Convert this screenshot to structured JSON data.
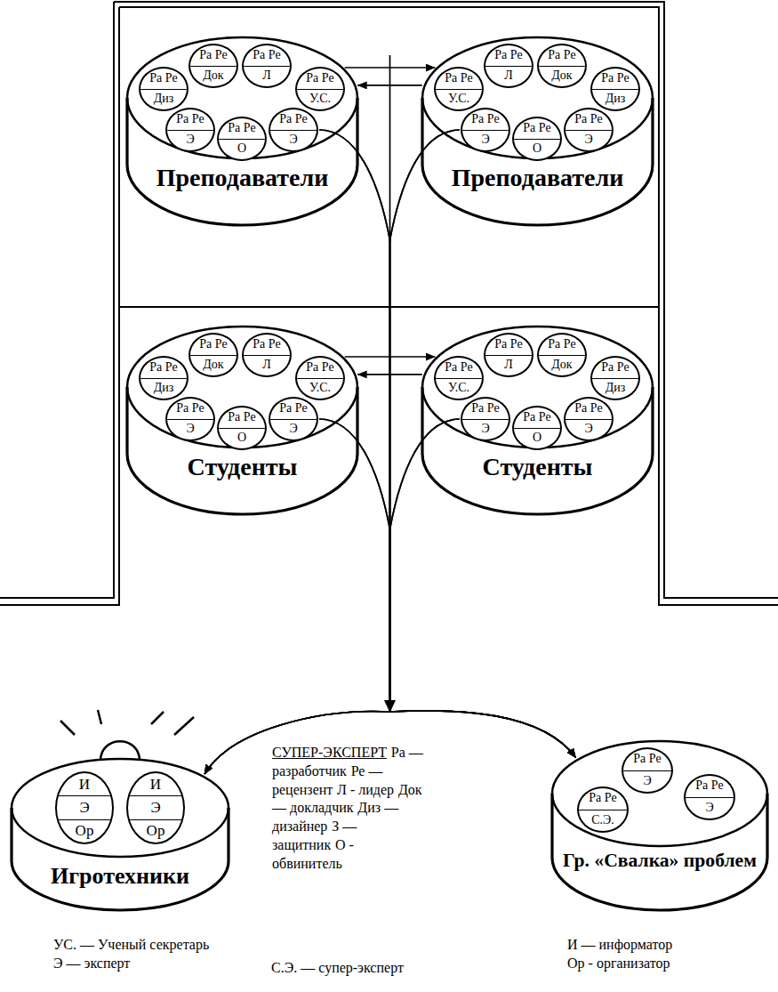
{
  "diagram": {
    "nodes": [
      {
        "text": [
          "Преподаватели"
        ]
      },
      {
        "text": [
          "Ра Ре",
          "Диз"
        ],
        "in": 0
      },
      {
        "text": [
          "Ра Ре",
          "Док"
        ],
        "in": 0
      },
      {
        "text": [
          "Ра Ре",
          "Л"
        ],
        "in": 0
      },
      {
        "text": [
          "Ра Ре",
          "У.С."
        ],
        "in": 0
      },
      {
        "text": [
          "Ра Ре",
          "Э"
        ],
        "in": 0
      },
      {
        "text": [
          "Ра Ре",
          "О"
        ],
        "in": 0
      },
      {
        "text": [
          "Ра Ре",
          "Э"
        ],
        "in": 0
      },
      {
        "text": [
          "Преподаватели"
        ]
      },
      {
        "text": [
          "Ра Ре",
          "У.С."
        ],
        "in": 8
      },
      {
        "text": [
          "Ра Ре",
          "Л"
        ],
        "in": 8
      },
      {
        "text": [
          "Ра Ре",
          "Док"
        ],
        "in": 8
      },
      {
        "text": [
          "Ра Ре",
          "Диз"
        ],
        "in": 8
      },
      {
        "text": [
          "Ра Ре",
          "Э"
        ],
        "in": 8
      },
      {
        "text": [
          "Ра Ре",
          "О"
        ],
        "in": 8
      },
      {
        "text": [
          "Ра Ре",
          "Э"
        ],
        "in": 8
      },
      {
        "text": [
          "Студенты"
        ]
      },
      {
        "text": [
          "Ра Ре",
          "Диз"
        ],
        "in": 16
      },
      {
        "text": [
          "Ра Ре",
          "Док"
        ],
        "in": 16
      },
      {
        "text": [
          "Ра Ре",
          "Л"
        ],
        "in": 16
      },
      {
        "text": [
          "Ра Ре",
          "У.С."
        ],
        "in": 16
      },
      {
        "text": [
          "Ра Ре",
          "Э"
        ],
        "in": 16
      },
      {
        "text": [
          "Ра Ре",
          "О"
        ],
        "in": 16
      },
      {
        "text": [
          "Ра Ре",
          "Э"
        ],
        "in": 16
      },
      {
        "text": [
          "Студенты"
        ]
      },
      {
        "text": [
          "Ра Ре",
          "У.С."
        ],
        "in": 24
      },
      {
        "text": [
          "Ра Ре",
          "Л"
        ],
        "in": 24
      },
      {
        "text": [
          "Ра Ре",
          "Док"
        ],
        "in": 24
      },
      {
        "text": [
          "Ра Ре",
          "Диз"
        ],
        "in": 24
      },
      {
        "text": [
          "Ра Ре",
          "Э"
        ],
        "in": 24
      },
      {
        "text": [
          "Ра Ре",
          "О"
        ],
        "in": 24
      },
      {
        "text": [
          "Ра Ре",
          "Э"
        ],
        "in": 24
      },
      {
        "text": [
          "Игротехники"
        ]
      },
      {
        "text": [
          "И",
          "Э",
          "Ор"
        ],
        "in": 32
      },
      {
        "text": [
          "И",
          "Э",
          "Ор"
        ],
        "in": 32
      },
      {
        "text": [
          "Гр. «Свалка» проблем"
        ]
      },
      {
        "text": [
          "Ра Ре",
          "Э"
        ],
        "in": 35
      },
      {
        "text": [
          "Ра Ре",
          "Э"
        ],
        "in": 35
      },
      {
        "text": [
          "Ра Ре",
          "С.Э."
        ],
        "in": 35
      }
    ],
    "edges": [
      {
        "from": 0,
        "to": 8,
        "arrow": "to"
      },
      {
        "from": 8,
        "to": 0,
        "arrow": "to"
      },
      {
        "from": 16,
        "to": 24,
        "arrow": "to"
      },
      {
        "from": 24,
        "to": 16,
        "arrow": "to"
      },
      {
        "from": 7,
        "to": 32,
        "arrow": "to"
      },
      {
        "from": 7,
        "to": 35,
        "arrow": "to"
      },
      {
        "from": 13,
        "to": 32,
        "arrow": "to"
      },
      {
        "from": 13,
        "to": 35,
        "arrow": "to"
      },
      {
        "from": 23,
        "to": 32,
        "arrow": "to"
      },
      {
        "from": 23,
        "to": 35,
        "arrow": "to"
      },
      {
        "from": 29,
        "to": 32,
        "arrow": "to"
      },
      {
        "from": 29,
        "to": 35,
        "arrow": "to"
      }
    ],
    "labels": [
      "СУПЕР-ЭКСПЕРТ",
      "Ра — разработчик",
      "Ре — рецензент",
      "Л - лидер",
      "Док — докладчик",
      "Диз —дизайнер",
      "З — защитник",
      "О - обвинитель",
      "УС. — Ученый секретарь",
      "Э — эксперт",
      "С.Э. — супер-эксперт",
      "И — информатор",
      "Ор - организатор"
    ]
  }
}
